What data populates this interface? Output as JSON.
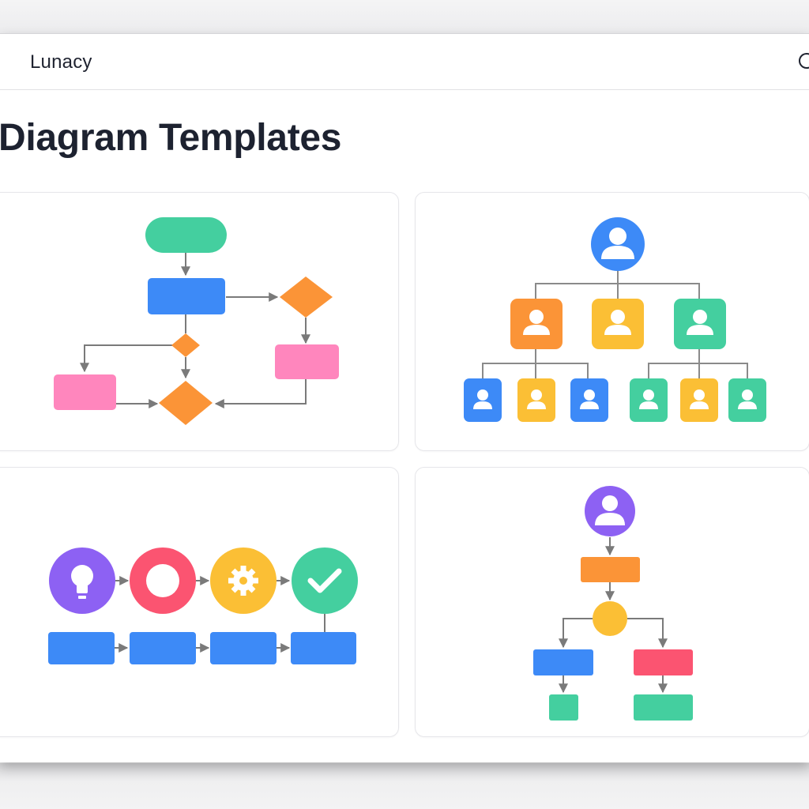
{
  "app": {
    "name": "Lunacy"
  },
  "page": {
    "title": "Diagram Templates"
  },
  "templates": [
    {
      "id": "flowchart",
      "colors": {
        "start": "#44cf9f",
        "process": "#3d8af7",
        "decision": "#fb9437",
        "output": "#ff86bd",
        "connector": "#7a7a7a"
      }
    },
    {
      "id": "org-chart",
      "colors": {
        "blue": "#3d8af7",
        "orange": "#fb9437",
        "yellow": "#fbbf35",
        "green": "#44cf9f"
      }
    },
    {
      "id": "process-flow",
      "steps": [
        {
          "icon": "lightbulb-icon",
          "color": "#8d61f3"
        },
        {
          "icon": "ring-icon",
          "color": "#fb5471"
        },
        {
          "icon": "gear-icon",
          "color": "#fbbf35"
        },
        {
          "icon": "check-icon",
          "color": "#44cf9f"
        }
      ],
      "box_color": "#3d8af7"
    },
    {
      "id": "decision-tree",
      "colors": {
        "root": "#8d61f3",
        "process": "#fb9437",
        "decision": "#fbbf35",
        "left": "#3d8af7",
        "right": "#fb5471",
        "leaf": "#44cf9f"
      }
    }
  ]
}
